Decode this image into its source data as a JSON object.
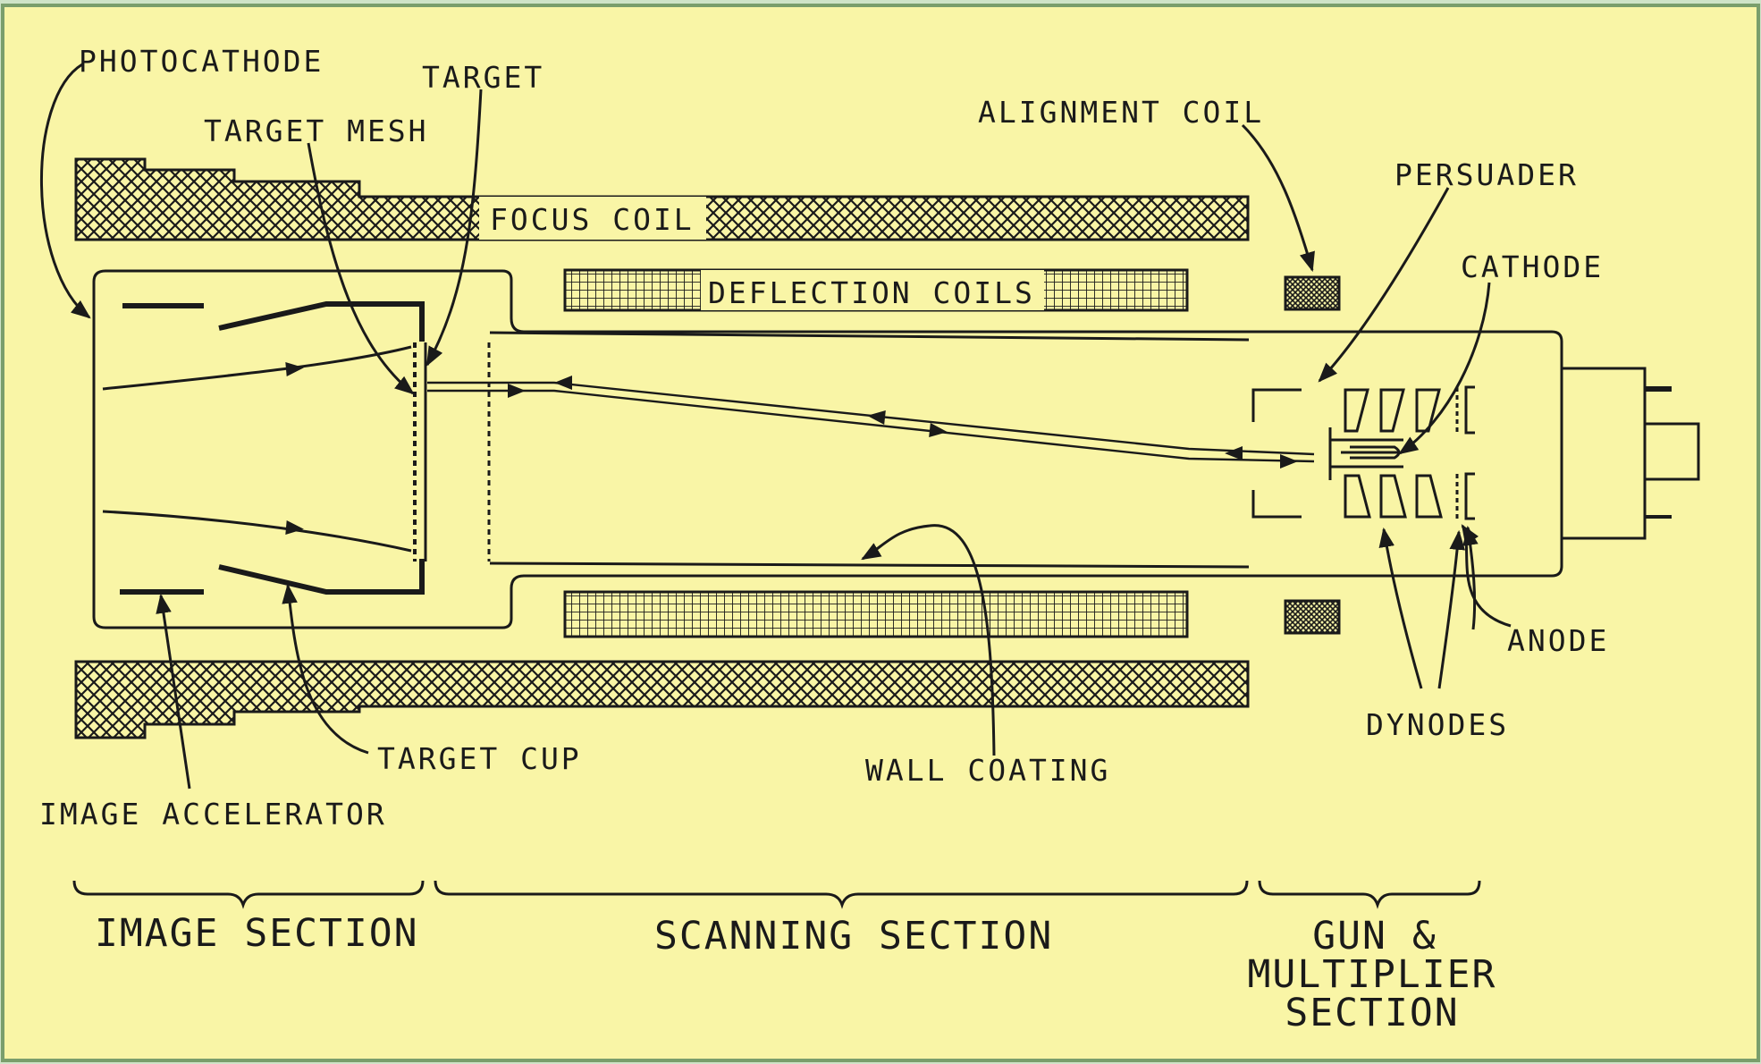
{
  "colors": {
    "background": "#f9f5a6",
    "ink": "#1a1a1a",
    "border": "#7a9e6c"
  },
  "labels": {
    "photocathode": "PHOTOCATHODE",
    "target": "TARGET",
    "target_mesh": "TARGET MESH",
    "alignment_coil": "ALIGNMENT COIL",
    "persuader": "PERSUADER",
    "focus_coil": "FOCUS COIL",
    "deflection_coils": "DEFLECTION COILS",
    "cathode": "CATHODE",
    "anode": "ANODE",
    "dynodes": "DYNODES",
    "target_cup": "TARGET CUP",
    "wall_coating": "WALL COATING",
    "image_accelerator": "IMAGE ACCELERATOR"
  },
  "sections": {
    "image": "IMAGE SECTION",
    "scanning": "SCANNING SECTION",
    "gun_line1": "GUN &",
    "gun_line2": "MULTIPLIER",
    "gun_line3": "SECTION"
  }
}
